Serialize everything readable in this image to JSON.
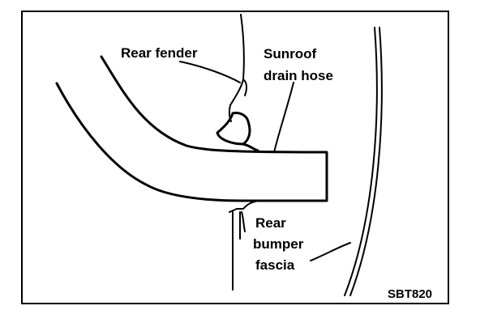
{
  "labels": {
    "rear_fender": "Rear fender",
    "sunroof_line1": "Sunroof",
    "sunroof_line2": "drain hose",
    "bumper_line1": "Rear",
    "bumper_line2": "bumper",
    "bumper_line3": "fascia"
  },
  "figure_code": "SBT820"
}
